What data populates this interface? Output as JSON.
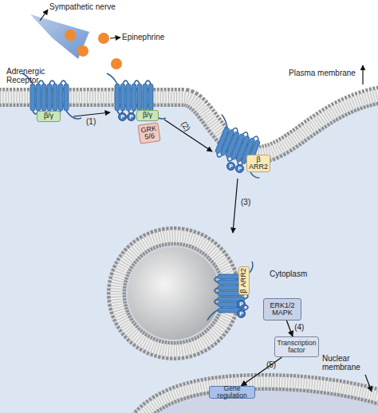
{
  "diagram": {
    "nodes": [
      {
        "text": [
          "β/γ"
        ]
      },
      {
        "text": [
          "P"
        ]
      },
      {
        "text": [
          "P"
        ]
      },
      {
        "text": [
          "β/γ"
        ]
      },
      {
        "text": [
          "GRK5/6"
        ]
      },
      {
        "text": [
          "P"
        ]
      },
      {
        "text": [
          "P"
        ]
      },
      {
        "text": [
          "β ARR2"
        ]
      },
      {
        "text": [
          "P"
        ]
      },
      {
        "text": [
          "P"
        ]
      },
      {
        "text": [
          "β ARR2"
        ]
      },
      {
        "text": [
          "ERK1/2 MAPK"
        ]
      },
      {
        "text": [
          "Transcription factor"
        ]
      },
      {
        "text": [
          "Gene regulation"
        ]
      }
    ],
    "edges": [
      {
        "from": 11,
        "to": 12,
        "label": "(4)",
        "arrow": "to"
      },
      {
        "from": 12,
        "to": 13,
        "label": "(5)",
        "arrow": "to"
      }
    ],
    "labels": [
      "Sympathetic nerve",
      "Epinephrine",
      "Adrenergic Receptor",
      "Plasma membrane",
      "(1)",
      "(2)",
      "(3)",
      "Cytoplasm",
      "Nuclear membrane"
    ]
  }
}
